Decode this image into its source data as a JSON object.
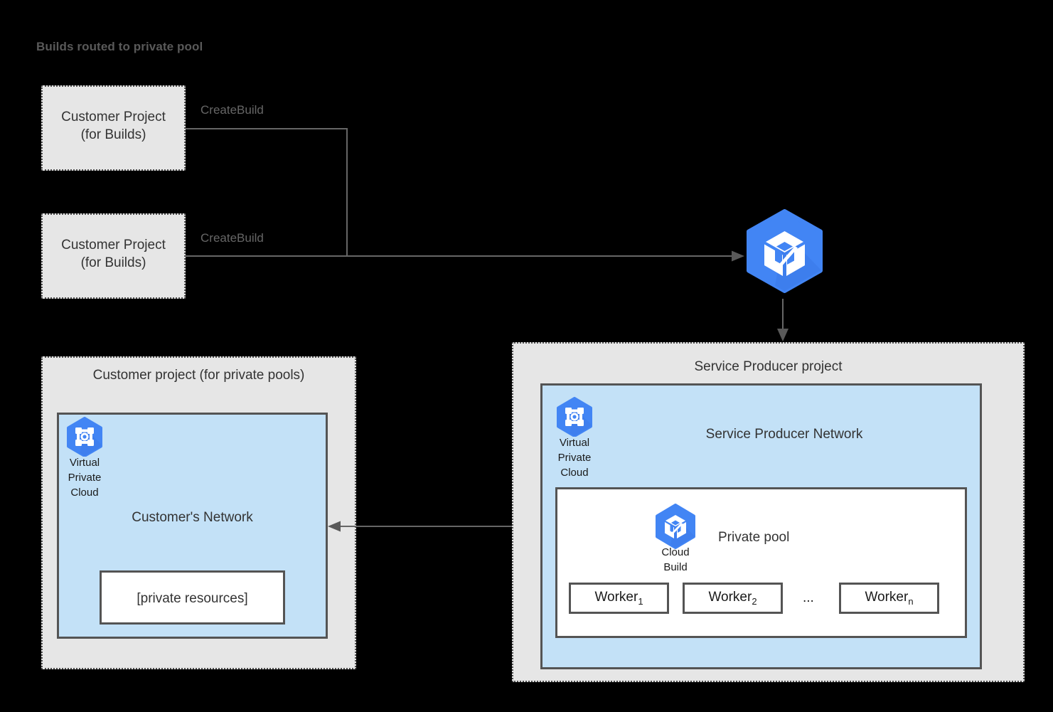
{
  "title": "Builds routed to private pool",
  "colors": {
    "background": "#000000",
    "panel_fill": "#e6e6e6",
    "panel_border": "#4d4d4d",
    "network_fill": "#c3e1f7",
    "box_border": "#545454",
    "google_blue": "#4285f4",
    "connector": "#666666",
    "title_text": "#595959"
  },
  "customer_build_projects": [
    {
      "label_line1": "Customer Project",
      "label_line2": "(for Builds)",
      "edge_label": "CreateBuild"
    },
    {
      "label_line1": "Customer Project",
      "label_line2": "(for Builds)",
      "edge_label": "CreateBuild"
    }
  ],
  "cloud_build_service": {
    "icon": "cloud-build-icon"
  },
  "customer_private_pool_project": {
    "title": "Customer project (for private pools)",
    "vpc": {
      "icon": "vpc-icon",
      "caption_lines": [
        "Virtual",
        "Private",
        "Cloud"
      ]
    },
    "network_title": "Customer's Network",
    "private_resources_label": "[private resources]"
  },
  "service_producer_project": {
    "title": "Service Producer project",
    "vpc": {
      "icon": "vpc-icon",
      "caption_lines": [
        "Virtual",
        "Private",
        "Cloud"
      ]
    },
    "network_title": "Service Producer Network",
    "private_pool": {
      "label": "Private pool",
      "icon": "cloud-build-icon",
      "icon_caption_lines": [
        "Cloud",
        "Build"
      ],
      "workers": [
        {
          "name": "Worker",
          "subscript": "1"
        },
        {
          "name": "Worker",
          "subscript": "2"
        },
        {
          "name": "Worker",
          "subscript": "n"
        }
      ],
      "ellipsis": "..."
    }
  }
}
